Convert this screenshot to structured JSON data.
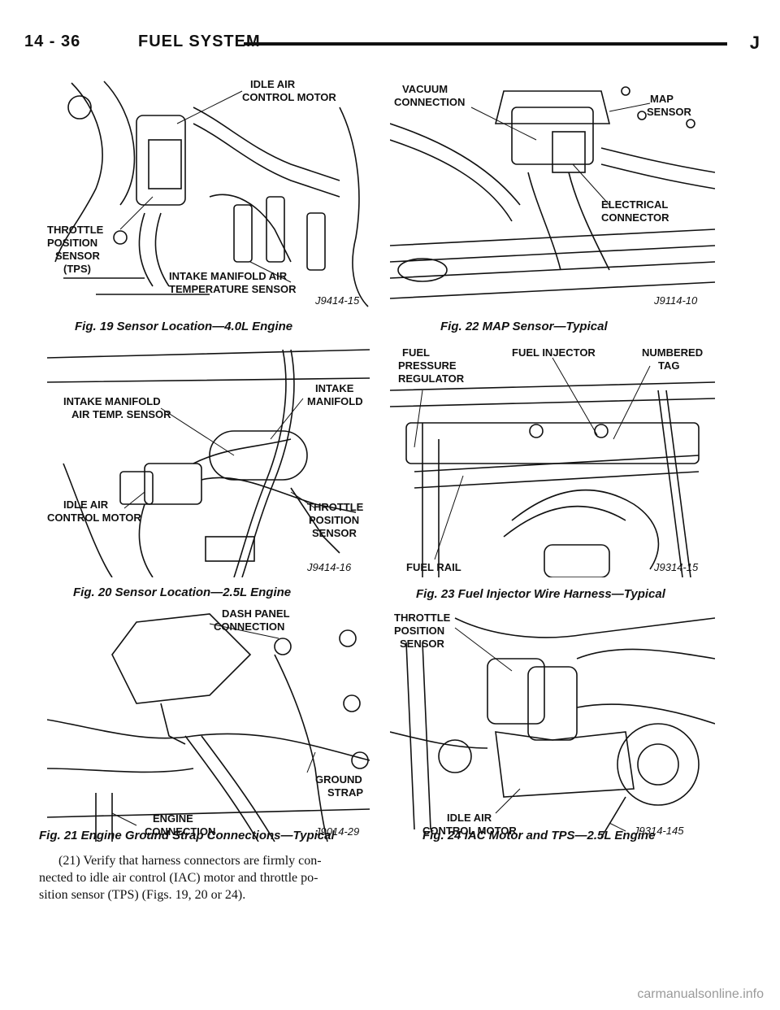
{
  "header": {
    "page_number": "14 - 36",
    "section": "FUEL SYSTEM",
    "code": "J"
  },
  "figures": [
    {
      "caption": "Fig. 19 Sensor Location—4.0L Engine",
      "code": "J9414-15",
      "labels": [
        "IDLE AIR",
        "CONTROL MOTOR",
        "THROTTLE",
        "POSITION",
        "SENSOR",
        "(TPS)",
        "INTAKE MANIFOLD AIR",
        "TEMPERATURE SENSOR"
      ]
    },
    {
      "caption": "Fig. 20 Sensor Location—2.5L Engine",
      "code": "J9414-16",
      "labels": [
        "INTAKE MANIFOLD",
        "AIR TEMP. SENSOR",
        "INTAKE",
        "MANIFOLD",
        "IDLE AIR",
        "CONTROL MOTOR",
        "THROTTLE",
        "POSITION",
        "SENSOR"
      ]
    },
    {
      "caption": "Fig. 21 Engine Ground Strap Connections—Typical",
      "code": "J9014-29",
      "labels": [
        "DASH PANEL",
        "CONNECTION",
        "GROUND",
        "STRAP",
        "ENGINE",
        "CONNECTION"
      ]
    },
    {
      "caption": "Fig. 22 MAP Sensor—Typical",
      "code": "J9114-10",
      "labels": [
        "VACUUM",
        "CONNECTION",
        "MAP",
        "SENSOR",
        "ELECTRICAL",
        "CONNECTOR"
      ]
    },
    {
      "caption": "Fig. 23 Fuel Injector Wire Harness—Typical",
      "code": "J9314-15",
      "labels": [
        "FUEL",
        "PRESSURE",
        "REGULATOR",
        "FUEL INJECTOR",
        "NUMBERED",
        "TAG",
        "FUEL RAIL"
      ]
    },
    {
      "caption": "Fig. 24 IAC Motor and TPS—2.5L Engine",
      "code": "J9314-145",
      "labels": [
        "THROTTLE",
        "POSITION",
        "SENSOR",
        "IDLE AIR",
        "CONTROL MOTOR"
      ]
    }
  ],
  "body_text": [
    "(21) Verify that harness connectors are firmly con-",
    "nected to idle air control (IAC) motor and throttle po-",
    "sition sensor (TPS) (Figs. 19, 20 or 24)."
  ],
  "watermark": "carmanualsonline.info"
}
